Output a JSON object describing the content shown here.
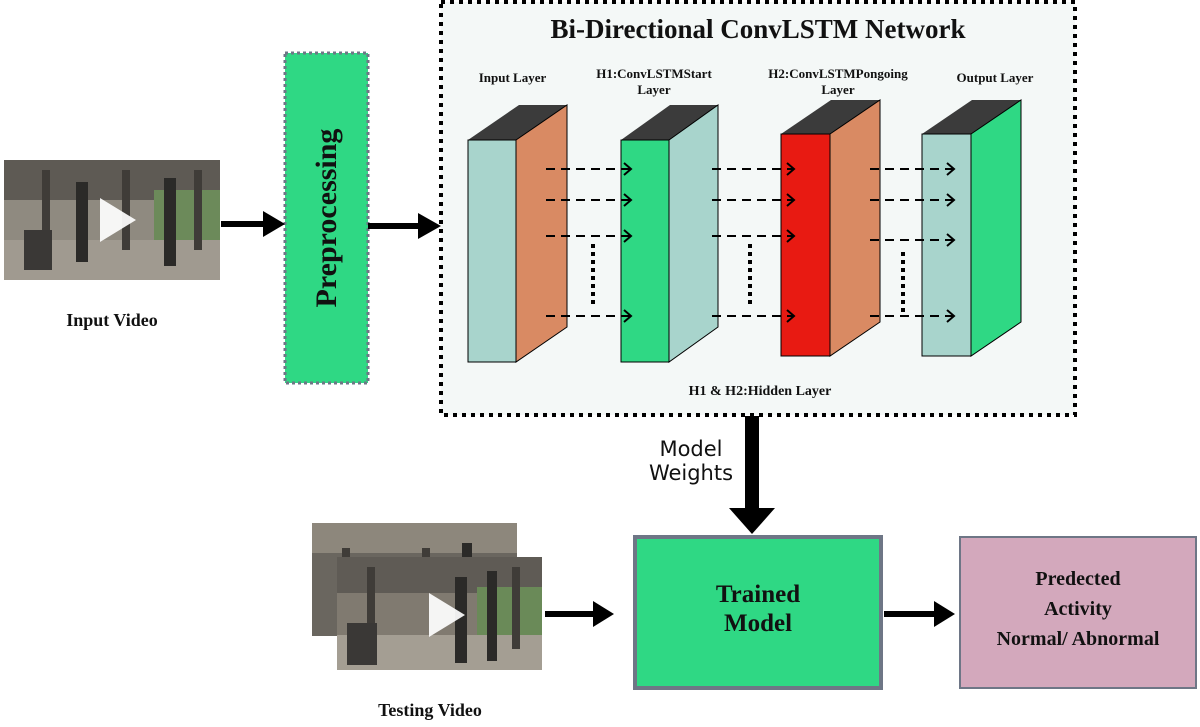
{
  "input": {
    "label": "Input Video"
  },
  "preprocessing": {
    "label": "Preprocessing"
  },
  "network": {
    "title": "Bi-Directional ConvLSTM Network",
    "layers": [
      {
        "lines": [
          "Input Layer"
        ]
      },
      {
        "lines": [
          "H1:ConvLSTMStart",
          "Layer"
        ]
      },
      {
        "lines": [
          "H2:ConvLSTMPongoing",
          "Layer"
        ]
      },
      {
        "lines": [
          "Output Layer"
        ]
      }
    ],
    "hidden_note": "H1 & H2:Hidden Layer"
  },
  "weights": {
    "line1": "Model",
    "line2": "Weights"
  },
  "trained": {
    "line1": "Trained",
    "line2": "Model"
  },
  "predicted": {
    "line1": "Predected",
    "line2": "Activity",
    "line3": "Normal/ Abnormal"
  },
  "testing": {
    "label": "Testing Video"
  },
  "colors": {
    "green": "#2fd884",
    "teal": "#a8d4cc",
    "orange": "#d98a63",
    "red": "#e81a12",
    "pink": "#d3a8bc",
    "panel": "#f4f8f7",
    "border_grey": "#6e7686"
  },
  "icons": {
    "play": "play-icon",
    "arrow": "arrow-icon"
  }
}
